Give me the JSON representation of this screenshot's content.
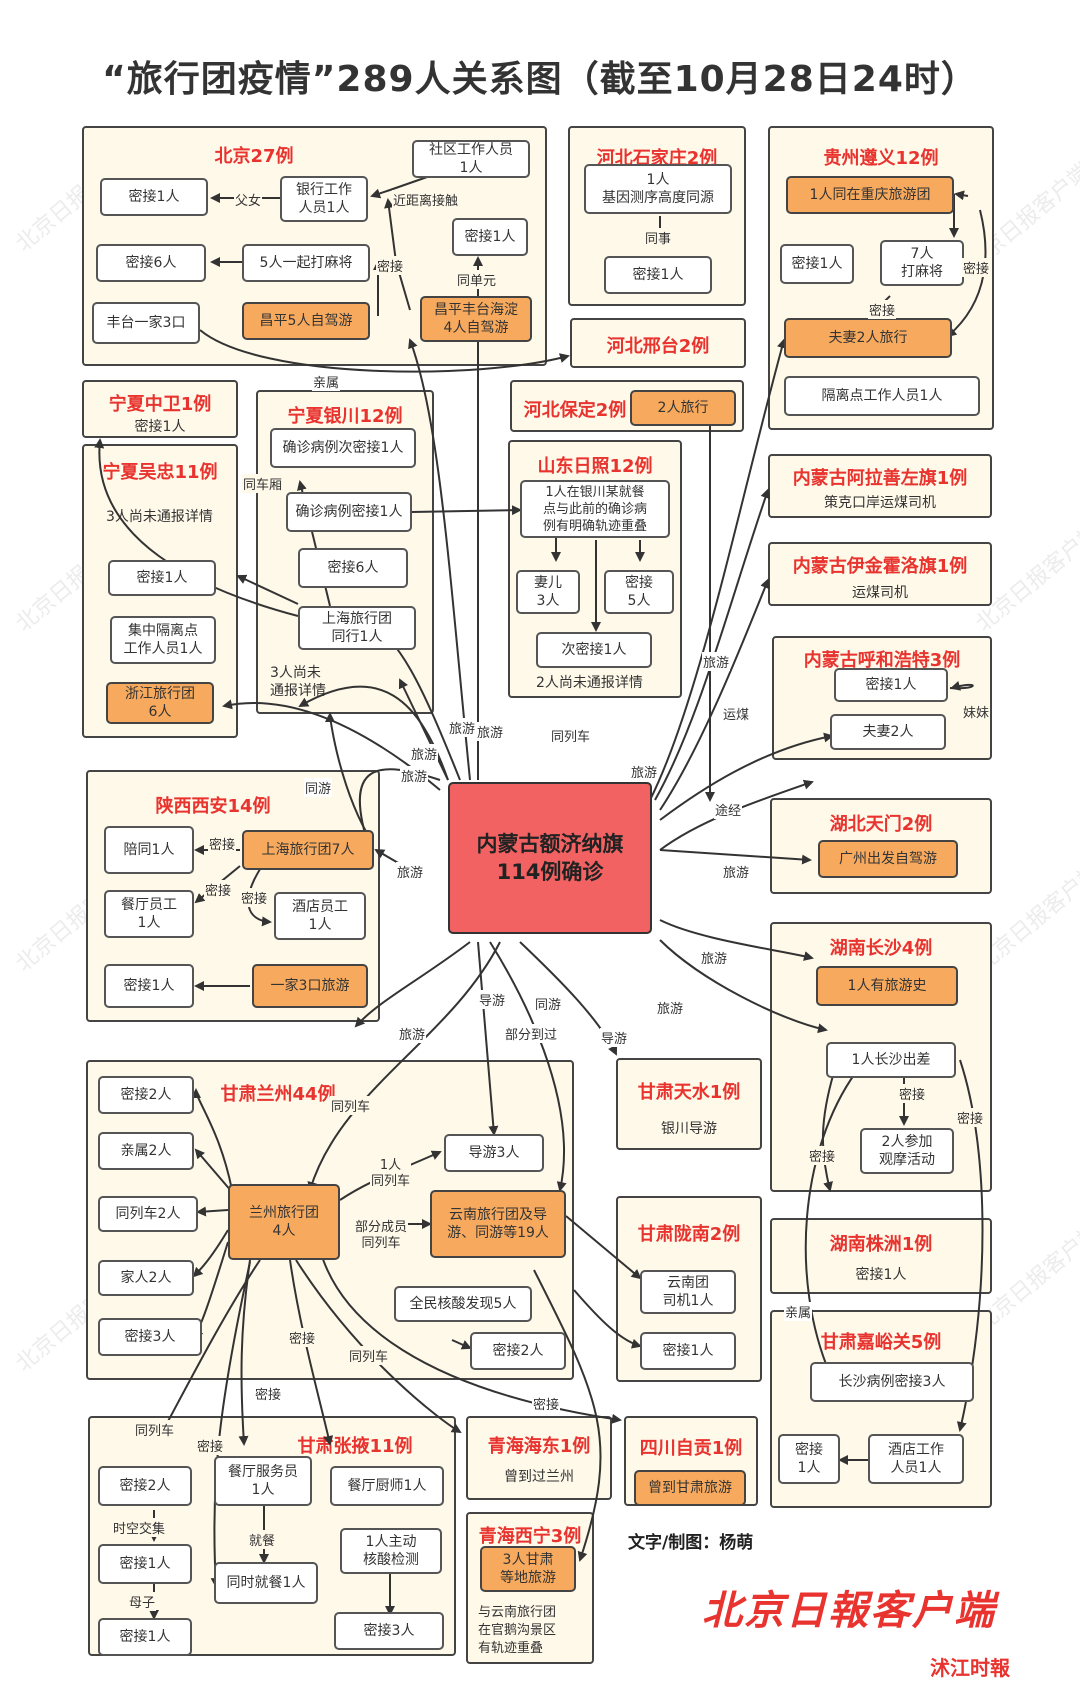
{
  "title": "“旅行团疫情”289人关系图（截至10月28日24时）",
  "center": "内蒙古额济纳旗\n114例确诊",
  "groups": {
    "beijing": "北京27例",
    "shijiazhuang": "河北石家庄2例",
    "zunyi": "贵州遵义12例",
    "xingtai": "河北邢台2例",
    "zhongwei": "宁夏中卫1例",
    "zhongwei_sub": "密接1人",
    "yinchuan": "宁夏银川12例",
    "baoding": "河北保定2例",
    "wuzhong": "宁夏吴忠11例",
    "rizhao": "山东日照12例",
    "alashan": "内蒙古阿拉善左旗1例",
    "alashan_sub": "策克口岸运煤司机",
    "yijinhuoluo": "内蒙古伊金霍洛旗1例",
    "yijinhuoluo_sub": "运煤司机",
    "huhehaote": "内蒙古呼和浩特3例",
    "xian": "陕西西安14例",
    "tianmen": "湖北天门2例",
    "changsha": "湖南长沙4例",
    "tianshui": "甘肃天水1例",
    "tianshui_sub": "银川导游",
    "lanzhou": "甘肃兰州44例",
    "longnan": "甘肃陇南2例",
    "zhuzhou": "湖南株洲1例",
    "zhuzhou_sub": "密接1人",
    "jiayuguan": "甘肃嘉峪关5例",
    "zhangye": "甘肃张掖11例",
    "haidong": "青海海东1例",
    "haidong_sub": "曾到过兰州",
    "zigong": "四川自贡1例",
    "xining": "青海西宁3例"
  },
  "boxes": {
    "bj_close1": "密接1人",
    "bj_bank": "银行工作\n人员1人",
    "bj_community": "社区工作人员\n1人",
    "bj_close6": "密接6人",
    "bj_mahjong5": "5人一起打麻将",
    "bj_close1b": "密接1人",
    "bj_fengtai": "丰台一家3口",
    "bj_changping": "昌平5人自驾游",
    "bj_cp_hd": "昌平丰台海淀\n4人自驾游",
    "sjz_1": "1人\n基因测序高度同源",
    "sjz_close": "密接1人",
    "zy_chongqing": "1人同在重庆旅游团",
    "zy_close1": "密接1人",
    "zy_mahjong7": "7人\n打麻将",
    "zy_couple": "夫妻2人旅行",
    "zy_isolation": "隔离点工作人员1人",
    "bd_travel": "2人旅行",
    "yc_sec": "确诊病例次密接1人",
    "yc_close": "确诊病例密接1人",
    "yc_close6": "密接6人",
    "yc_shanghai": "上海旅行团\n同行1人",
    "wz_close1": "密接1人",
    "wz_staff": "集中隔离点\n工作人员1人",
    "wz_zhejiang": "浙江旅行团\n6人",
    "rz_main": "1人在银川某就餐\n点与此前的确诊病\n例有明确轨迹重叠",
    "rz_wife": "妻儿\n3人",
    "rz_close5": "密接\n5人",
    "rz_sec": "次密接1人",
    "hh_close": "密接1人",
    "hh_couple": "夫妻2人",
    "xa_accomp": "陪同1人",
    "xa_shanghai": "上海旅行团7人",
    "xa_rest": "餐厅员工\n1人",
    "xa_hotel": "酒店员工\n1人",
    "xa_close": "密接1人",
    "xa_family": "一家3口旅游",
    "tm_self": "广州出发自驾游",
    "cs_history": "1人有旅游史",
    "cs_trip": "1人长沙出差",
    "cs_watch": "2人参加\n观摩活动",
    "lz_close2": "密接2人",
    "lz_rel2": "亲属2人",
    "lz_guide3": "导游3人",
    "lz_train2": "同列车2人",
    "lz_group": "兰州旅行团\n4人",
    "lz_yunnan": "云南旅行团及导\n游、同游等19人",
    "lz_family2": "家人2人",
    "lz_nat5": "全民核酸发现5人",
    "lz_close3": "密接3人",
    "lz_close2b": "密接2人",
    "ln_driver": "云南团\n司机1人",
    "ln_close": "密接1人",
    "jy_close3": "长沙病例密接3人",
    "jy_close1": "密接\n1人",
    "jy_hotel": "酒店工作\n人员1人",
    "zg_travel": "曾到甘肃旅游",
    "zy2_close2": "密接2人",
    "zy2_rest": "餐厅服务员\n1人",
    "zy2_chef": "餐厅厨师1人",
    "zy2_close1": "密接1人",
    "zy2_selftest": "1人主动\n核酸检测",
    "zy2_dine": "同时就餐1人",
    "zy2_close3": "密接3人",
    "zy2_close1b": "密接1人",
    "xn_3": "3人甘肃\n等地旅游"
  },
  "texts": {
    "wz_unreported": "3人尚未通报详情",
    "yc_unreported": "3人尚未\n通报详情",
    "rz_unreported": "2人尚未通报详情",
    "xn_overlap": "与云南旅行团\n在官鹅沟景区\n有轨迹重叠"
  },
  "edge_labels": {
    "father_daughter": "父女",
    "near_contact": "近距离接触",
    "close_contact": "密接",
    "same_unit": "同单元",
    "relatives": "亲属",
    "same_thing": "同事",
    "same_carriage": "同车厢",
    "travel": "旅游",
    "same_train": "同列车",
    "transport_coal": "运煤",
    "passing": "途经",
    "tour_guide": "导游",
    "partly_passing": "部分到过",
    "travel_together": "同游",
    "sister": "妹妹",
    "one_same_train": "1人\n同列车",
    "members_same_train": "部分成员\n同列车",
    "spacetime": "时空交集",
    "dining": "就餐",
    "mother_son": "母子",
    "relative": "亲属"
  },
  "credit": "文字/制图：杨萌",
  "logo": "北京日報客户端",
  "logo_small": "沭江时報",
  "watermark": "北京日报客户端",
  "colors": {
    "title_red": "#e8332f",
    "orange": "#f7aa5e",
    "center_red": "#f26262",
    "group_bg": "#fff9ea"
  }
}
